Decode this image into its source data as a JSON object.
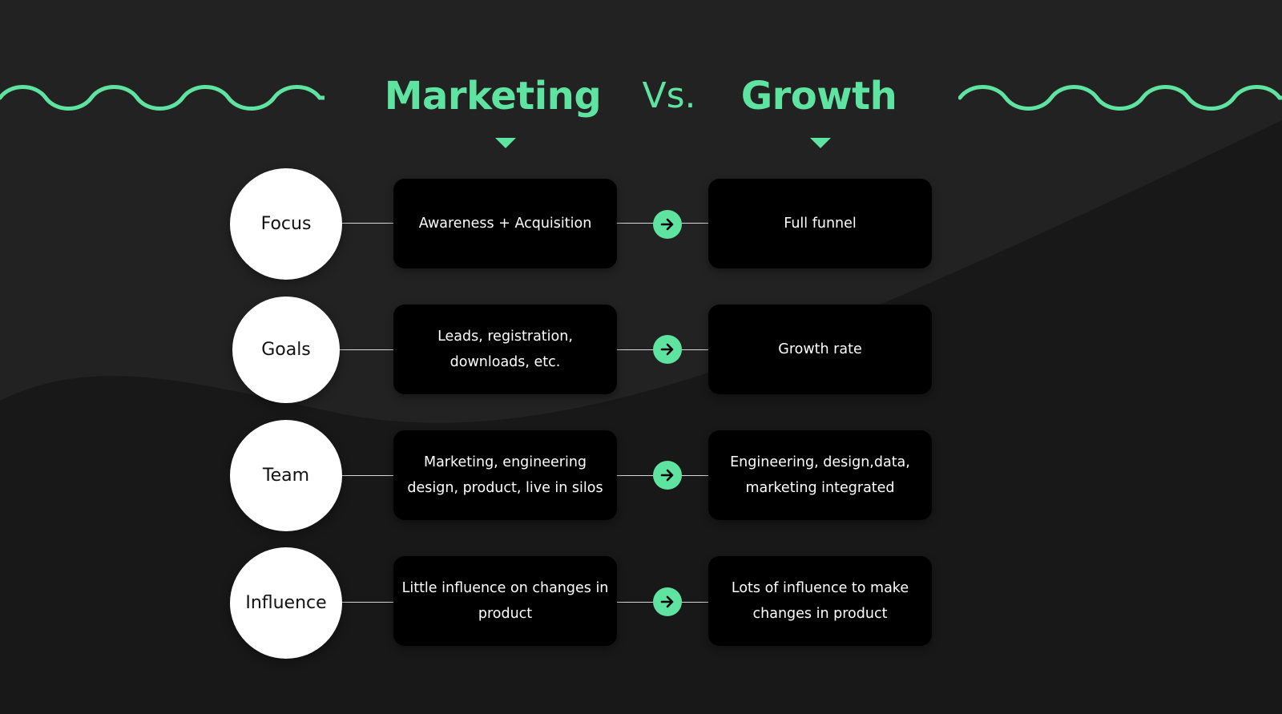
{
  "header": {
    "left_title": "Marketing",
    "vs": "Vs.",
    "right_title": "Growth"
  },
  "colors": {
    "accent": "#5ee3a1",
    "background": "#222222",
    "background_dark": "#181818",
    "card": "#000000",
    "circle": "#ffffff"
  },
  "rows": [
    {
      "label": "Focus",
      "marketing": "Awareness + Acquisition",
      "growth": "Full funnel"
    },
    {
      "label": "Goals",
      "marketing": "Leads, registration, downloads, etc.",
      "growth": "Growth rate"
    },
    {
      "label": "Team",
      "marketing": "Marketing, engineering design, product, live in silos",
      "growth": "Engineering, design,data, marketing integrated"
    },
    {
      "label": "Influence",
      "marketing": "Little influence on changes in product",
      "growth": "Lots of influence to make changes in product"
    }
  ]
}
